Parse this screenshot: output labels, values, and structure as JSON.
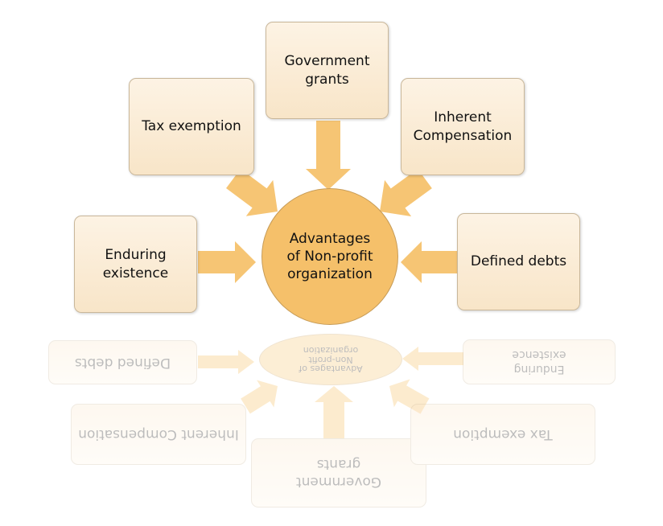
{
  "center": {
    "label": "Advantages of Non-profit organization"
  },
  "advantages": [
    {
      "label": "Government grants"
    },
    {
      "label": "Tax exemption"
    },
    {
      "label": "Inherent Compensation"
    },
    {
      "label": "Enduring existence"
    },
    {
      "label": "Defined debts"
    }
  ],
  "colors": {
    "circle": "#f5c06a",
    "arrow": "#f6c574",
    "box": "#faebd5"
  }
}
